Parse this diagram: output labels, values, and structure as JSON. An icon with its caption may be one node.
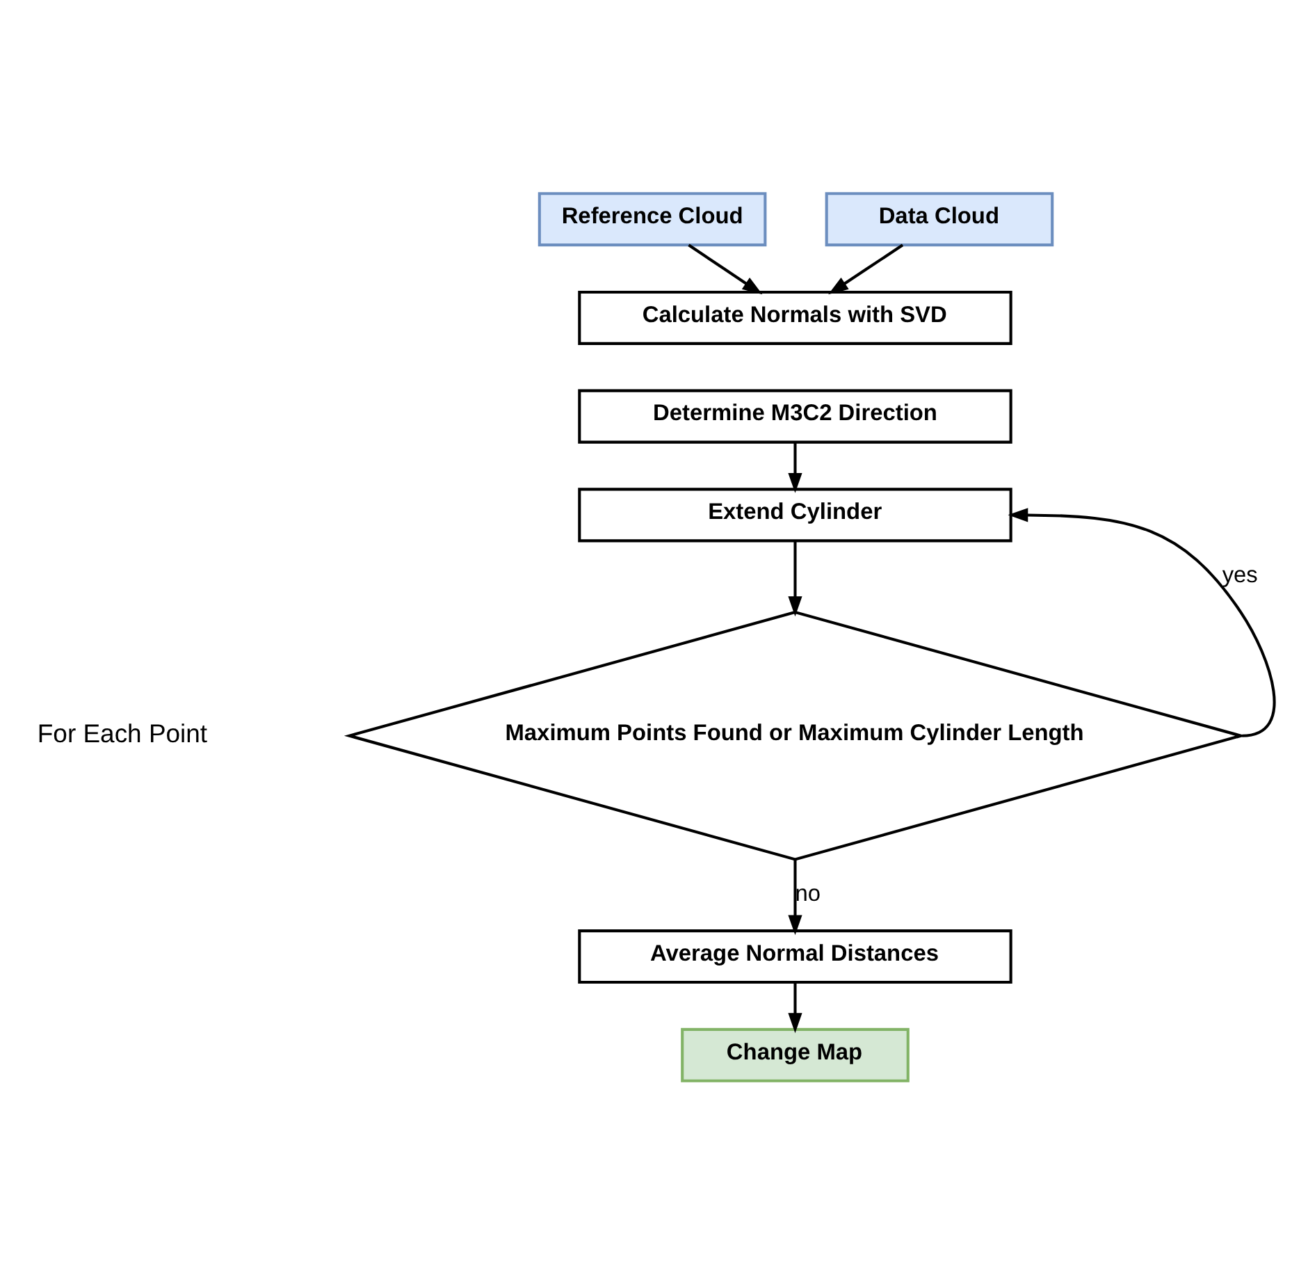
{
  "diagram": {
    "nodes": [
      {
        "text": [
          "Reference Cloud"
        ]
      },
      {
        "text": [
          "Data Cloud"
        ]
      },
      {
        "text": [
          "Calculate Normals with SVD"
        ]
      },
      {
        "text": [
          "Determine M3C2 Direction"
        ]
      },
      {
        "text": [
          "Extend Cylinder"
        ]
      },
      {
        "text": [
          "Maximum Points Found or Maximum Cylinder Length"
        ]
      },
      {
        "text": [
          "Average Normal Distances"
        ]
      },
      {
        "text": [
          "Change Map"
        ]
      }
    ],
    "edges": [
      {
        "from": 0,
        "to": 2,
        "arrow": "to"
      },
      {
        "from": 1,
        "to": 2,
        "arrow": "to"
      },
      {
        "from": 3,
        "to": 4,
        "arrow": "to"
      },
      {
        "from": 4,
        "to": 5,
        "arrow": "to"
      },
      {
        "from": 5,
        "to": 4,
        "arrow": "to",
        "label": "yes"
      },
      {
        "from": 5,
        "to": 6,
        "arrow": "to",
        "label": "no"
      },
      {
        "from": 6,
        "to": 7,
        "arrow": "to"
      }
    ],
    "labels": [
      "For Each Point"
    ]
  }
}
